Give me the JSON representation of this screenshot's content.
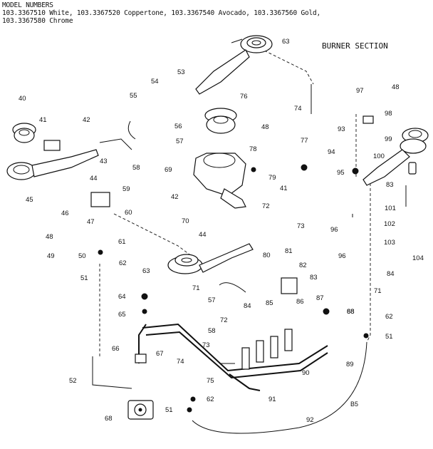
{
  "header": {
    "line1": "MODEL NUMBERS",
    "line2": "103.3367510 White, 103.3367520 Coppertone, 103.3367540 Avocado, 103.3367560 Gold,",
    "line3": "103.3367580 Chrome"
  },
  "section_title": "BURNER SECTION",
  "diagram_code": "B5",
  "callouts": [
    {
      "id": "c40",
      "text": "40"
    },
    {
      "id": "c41a",
      "text": "41"
    },
    {
      "id": "c42a",
      "text": "42"
    },
    {
      "id": "c43",
      "text": "43"
    },
    {
      "id": "c44a",
      "text": "44"
    },
    {
      "id": "c45",
      "text": "45"
    },
    {
      "id": "c46",
      "text": "46"
    },
    {
      "id": "c47",
      "text": "47"
    },
    {
      "id": "c48a",
      "text": "48"
    },
    {
      "id": "c49",
      "text": "49"
    },
    {
      "id": "c50",
      "text": "50"
    },
    {
      "id": "c51a",
      "text": "51"
    },
    {
      "id": "c52",
      "text": "52"
    },
    {
      "id": "c53",
      "text": "53"
    },
    {
      "id": "c54",
      "text": "54"
    },
    {
      "id": "c55",
      "text": "55"
    },
    {
      "id": "c56",
      "text": "56"
    },
    {
      "id": "c57a",
      "text": "57"
    },
    {
      "id": "c58a",
      "text": "58"
    },
    {
      "id": "c59",
      "text": "59"
    },
    {
      "id": "c60",
      "text": "60"
    },
    {
      "id": "c61",
      "text": "61"
    },
    {
      "id": "c62a",
      "text": "62"
    },
    {
      "id": "c63a",
      "text": "63"
    },
    {
      "id": "c63b",
      "text": "63"
    },
    {
      "id": "c64",
      "text": "64"
    },
    {
      "id": "c65",
      "text": "65"
    },
    {
      "id": "c66",
      "text": "66"
    },
    {
      "id": "c67",
      "text": "67"
    },
    {
      "id": "c68a",
      "text": "68"
    },
    {
      "id": "c68b",
      "text": "68"
    },
    {
      "id": "c69",
      "text": "69"
    },
    {
      "id": "c70",
      "text": "70"
    },
    {
      "id": "c71a",
      "text": "71"
    },
    {
      "id": "c71b",
      "text": "71"
    },
    {
      "id": "c72a",
      "text": "72"
    },
    {
      "id": "c72b",
      "text": "72"
    },
    {
      "id": "c73a",
      "text": "73"
    },
    {
      "id": "c73b",
      "text": "73"
    },
    {
      "id": "c74a",
      "text": "74"
    },
    {
      "id": "c74b",
      "text": "74"
    },
    {
      "id": "c75",
      "text": "75"
    },
    {
      "id": "c76",
      "text": "76"
    },
    {
      "id": "c77",
      "text": "77"
    },
    {
      "id": "c78",
      "text": "78"
    },
    {
      "id": "c79",
      "text": "79"
    },
    {
      "id": "c80",
      "text": "80"
    },
    {
      "id": "c81",
      "text": "81"
    },
    {
      "id": "c82",
      "text": "82"
    },
    {
      "id": "c83a",
      "text": "83"
    },
    {
      "id": "c83b",
      "text": "83"
    },
    {
      "id": "c84a",
      "text": "84"
    },
    {
      "id": "c84b",
      "text": "84"
    },
    {
      "id": "c85",
      "text": "85"
    },
    {
      "id": "c86",
      "text": "86"
    },
    {
      "id": "c87",
      "text": "87"
    },
    {
      "id": "c88",
      "text": "88"
    },
    {
      "id": "c89",
      "text": "89"
    },
    {
      "id": "c90",
      "text": "90"
    },
    {
      "id": "c91",
      "text": "91"
    },
    {
      "id": "c92",
      "text": "92"
    },
    {
      "id": "c93",
      "text": "93"
    },
    {
      "id": "c94",
      "text": "94"
    },
    {
      "id": "c95",
      "text": "95"
    },
    {
      "id": "c96a",
      "text": "96"
    },
    {
      "id": "c96b",
      "text": "96"
    },
    {
      "id": "c97",
      "text": "97"
    },
    {
      "id": "c98",
      "text": "98"
    },
    {
      "id": "c99",
      "text": "99"
    },
    {
      "id": "c100",
      "text": "100"
    },
    {
      "id": "c101",
      "text": "101"
    },
    {
      "id": "c102",
      "text": "102"
    },
    {
      "id": "c103",
      "text": "103"
    },
    {
      "id": "c104",
      "text": "104"
    },
    {
      "id": "c48b",
      "text": "48"
    },
    {
      "id": "c48c",
      "text": "48"
    },
    {
      "id": "c42b",
      "text": "42"
    },
    {
      "id": "c41b",
      "text": "41"
    },
    {
      "id": "c44b",
      "text": "44"
    },
    {
      "id": "c57b",
      "text": "57"
    },
    {
      "id": "c58b",
      "text": "58"
    },
    {
      "id": "c62b",
      "text": "62"
    },
    {
      "id": "c62c",
      "text": "62"
    },
    {
      "id": "c51b",
      "text": "51"
    },
    {
      "id": "c51c",
      "text": "51"
    }
  ]
}
